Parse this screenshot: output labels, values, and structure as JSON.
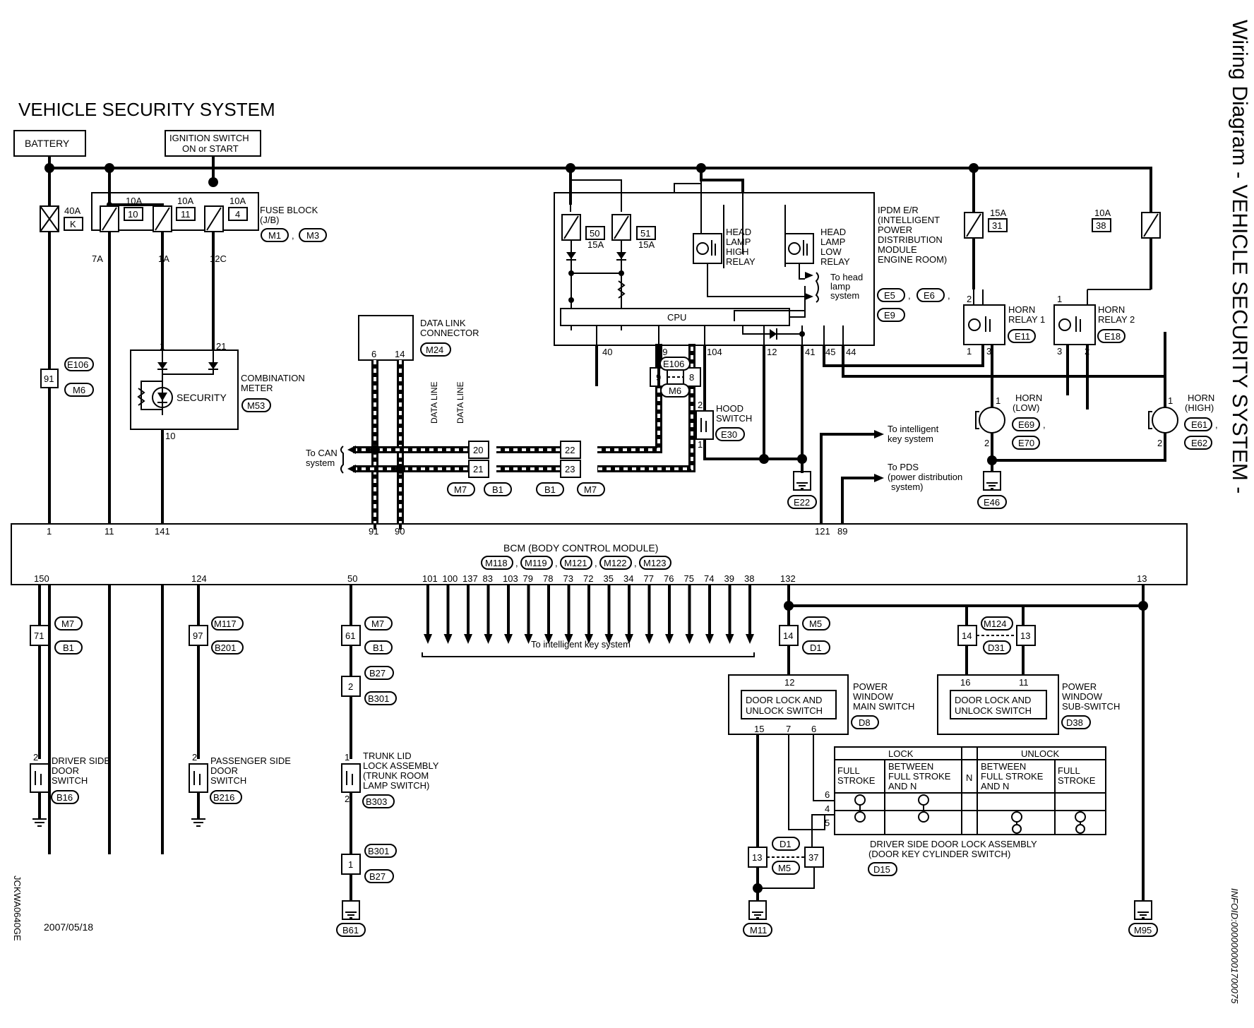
{
  "title": "VEHICLE SECURITY SYSTEM",
  "side_title": "Wiring Diagram - VEHICLE SECURITY SYSTEM -",
  "date": "2007/05/18",
  "figure_code": "JCKWA0640GE",
  "info_id": "INFOID:0000000001700075",
  "sources": {
    "battery": "BATTERY",
    "ignition_line1": "IGNITION SWITCH",
    "ignition_line2": "ON or START"
  },
  "fuse_block": {
    "label_line1": "FUSE BLOCK",
    "label_line2": "(J/B)",
    "connectors": [
      "M1",
      "M3"
    ],
    "fuses": [
      {
        "amp": "10A",
        "num": "10",
        "pin": "7A"
      },
      {
        "amp": "10A",
        "num": "11",
        "pin": "1A"
      },
      {
        "amp": "10A",
        "num": "4",
        "pin": "12C"
      }
    ]
  },
  "fusible_link": {
    "amp": "40A",
    "num": "K"
  },
  "ipdm": {
    "lines": [
      "IPDM E/R",
      "(INTELLIGENT",
      "POWER",
      "DISTRIBUTION",
      "MODULE",
      "ENGINE ROOM)"
    ],
    "connectors": [
      "E5",
      "E6",
      "E9"
    ],
    "fuses": [
      {
        "amp": "15A",
        "num": "50"
      },
      {
        "amp": "15A",
        "num": "51"
      }
    ],
    "cpu": "CPU",
    "high_relay": [
      "HEAD",
      "LAMP",
      "HIGH",
      "RELAY"
    ],
    "low_relay": [
      "HEAD",
      "LAMP",
      "LOW",
      "RELAY"
    ],
    "to_head_lamp": [
      "To head",
      "lamp",
      "system"
    ],
    "pins": [
      "40",
      "39",
      "104",
      "12",
      "41",
      "45",
      "44"
    ]
  },
  "horn_fuses": [
    {
      "amp": "15A",
      "num": "31"
    },
    {
      "amp": "10A",
      "num": "38"
    }
  ],
  "horn_relay1": {
    "lines": [
      "HORN",
      "RELAY 1"
    ],
    "connector": "E11",
    "pins": [
      "2",
      "1",
      "3"
    ]
  },
  "horn_relay2": {
    "lines": [
      "HORN",
      "RELAY 2"
    ],
    "connector": "E18",
    "pins": [
      "1",
      "3",
      "2"
    ]
  },
  "horn_low": {
    "lines": [
      "HORN",
      "(LOW)"
    ],
    "connectors": [
      "E69",
      "E70"
    ],
    "pins": [
      "1",
      "2"
    ]
  },
  "horn_high": {
    "lines": [
      "HORN",
      "(HIGH)"
    ],
    "connectors": [
      "E61",
      "E62"
    ],
    "pins": [
      "1",
      "2"
    ]
  },
  "grounds": [
    "E22",
    "E46",
    "B61",
    "M11",
    "M95"
  ],
  "combination_meter": {
    "lines": [
      "COMBINATION",
      "METER"
    ],
    "connector": "M53",
    "security": "SECURITY",
    "pins": [
      "1",
      "21",
      "10"
    ]
  },
  "data_link": {
    "lines": [
      "DATA LINK",
      "CONNECTOR"
    ],
    "connector": "M24",
    "pins": [
      "6",
      "14"
    ],
    "data_line": "DATA LINE"
  },
  "e106_left": {
    "num": "91",
    "connectors": [
      "E106",
      "M6"
    ]
  },
  "e106_mid": {
    "pins": [
      "9",
      "8"
    ],
    "connectors": [
      "E106",
      "M6"
    ]
  },
  "can": {
    "lines": [
      "To CAN",
      "system"
    ],
    "junction_left": [
      "20",
      "21"
    ],
    "junction_right": [
      "22",
      "23"
    ],
    "connectors_left": [
      "M7",
      "B1"
    ],
    "connectors_right": [
      "B1",
      "M7"
    ]
  },
  "hood_switch": {
    "lines": [
      "HOOD",
      "SWITCH"
    ],
    "connector": "E30",
    "pins": [
      "2",
      "1"
    ]
  },
  "to_intelligent_key": [
    "To intelligent",
    "key system"
  ],
  "to_pds": [
    "To PDS",
    "(power distribution",
    "system)"
  ],
  "bcm": {
    "title": "BCM (BODY CONTROL MODULE)",
    "connectors": [
      "M118",
      "M119",
      "M121",
      "M122",
      "M123"
    ],
    "top_pins": [
      "1",
      "11",
      "141",
      "91",
      "90",
      "121",
      "89"
    ],
    "bottom_pins": [
      "150",
      "124",
      "50",
      "132",
      "13"
    ],
    "key_pins": [
      "101",
      "100",
      "137",
      "83",
      "103",
      "79",
      "78",
      "73",
      "72",
      "35",
      "34",
      "77",
      "76",
      "75",
      "74",
      "39",
      "38"
    ],
    "to_key": "To intelligent key system"
  },
  "driver_door": {
    "lines": [
      "DRIVER SIDE",
      "DOOR",
      "SWITCH"
    ],
    "connector": "B16",
    "junction": "71",
    "connectors": [
      "M7",
      "B1"
    ],
    "pin": "2"
  },
  "passenger_door": {
    "lines": [
      "PASSENGER SIDE",
      "DOOR",
      "SWITCH"
    ],
    "connector": "B216",
    "junction": "97",
    "connectors": [
      "M117",
      "B201"
    ],
    "pin": "2"
  },
  "trunk": {
    "lines": [
      "TRUNK LID",
      "LOCK ASSEMBLY",
      "(TRUNK ROOM",
      "LAMP SWITCH)"
    ],
    "connector": "B303",
    "junction1": "61",
    "j1_connectors": [
      "M7",
      "B1"
    ],
    "junction2": "2",
    "j2_connectors": [
      "B27",
      "B301"
    ],
    "junction3": "1",
    "j3_connectors": [
      "B301",
      "B27"
    ],
    "pins": [
      "1",
      "2"
    ]
  },
  "pw_main": {
    "lines": [
      "POWER",
      "WINDOW",
      "MAIN SWITCH"
    ],
    "connector": "D8",
    "inner": [
      "DOOR LOCK AND",
      "UNLOCK SWITCH"
    ],
    "pins": [
      "12",
      "15",
      "7",
      "6"
    ],
    "junction": "14",
    "j_connectors": [
      "M5",
      "D1"
    ]
  },
  "pw_sub": {
    "lines": [
      "POWER",
      "WINDOW",
      "SUB-SWITCH"
    ],
    "connector": "D38",
    "inner": [
      "DOOR LOCK AND",
      "UNLOCK SWITCH"
    ],
    "pins": [
      "16",
      "11"
    ],
    "junction": [
      "14",
      "13"
    ],
    "j_connectors": [
      "M124",
      "D31"
    ]
  },
  "door_lock_assy": {
    "lines": [
      "DRIVER SIDE DOOR LOCK ASSEMBLY",
      "(DOOR KEY CYLINDER SWITCH)"
    ],
    "connector": "D15",
    "pins": [
      "6",
      "4",
      "5"
    ],
    "junction": [
      "13",
      "37"
    ],
    "j_connectors": [
      "D1",
      "M5"
    ]
  },
  "lock_table": {
    "lock": "LOCK",
    "unlock": "UNLOCK",
    "full_stroke": [
      "FULL",
      "STROKE"
    ],
    "between": [
      "BETWEEN",
      "FULL STROKE",
      "AND N"
    ],
    "n": "N"
  }
}
